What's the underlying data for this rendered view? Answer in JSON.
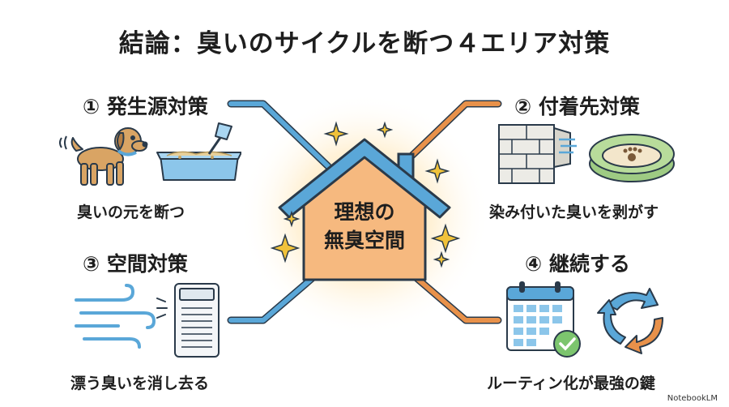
{
  "title": "結論：臭いのサイクルを断つ４エリア対策",
  "center": {
    "line1": "理想の",
    "line2": "無臭空間"
  },
  "areas": [
    {
      "heading": "① 発生源対策",
      "caption": "臭いの元を断つ"
    },
    {
      "heading": "② 付着先対策",
      "caption": "染み付いた臭いを剥がす"
    },
    {
      "heading": "③ 空間対策",
      "caption": "漂う臭いを消し去る"
    },
    {
      "heading": "④ 継続する",
      "caption": "ルーティン化が最強の鍵"
    }
  ],
  "watermark": "NotebookLM",
  "colors": {
    "blue": "#5aa7d8",
    "orange": "#e8914a",
    "house_fill": "#f6b97f",
    "outline": "#2a3a4a",
    "glow": "#ffd488"
  }
}
